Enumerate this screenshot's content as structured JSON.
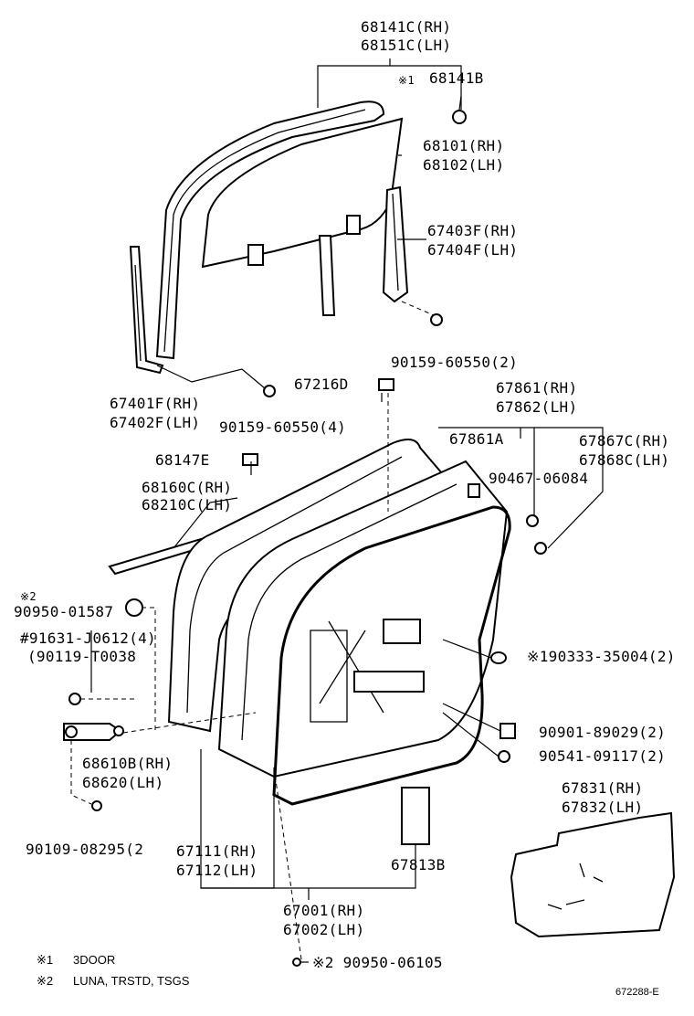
{
  "labels": {
    "glass_run": [
      "68141C(RH)",
      "68151C(LH)"
    ],
    "run_3door_mark": "※1",
    "run_3door_part": "68141B",
    "glass": [
      "68101(RH)",
      "68102(LH)"
    ],
    "rear_channel": [
      "67403F(RH)",
      "67404F(LH)"
    ],
    "bolt_rear": "90159-60550(2)",
    "front_channel": [
      "67401F(RH)",
      "67402F(LH)"
    ],
    "bolt_front": "90159-60550(4)",
    "clip_top": "67216D",
    "seal_set": [
      "67861(RH)",
      "67862(LH)"
    ],
    "seal_a": "67861A",
    "seal_clip": [
      "67867C(RH)",
      "67868C(LH)"
    ],
    "clip_6084": "90467-06084",
    "clip_e": "68147E",
    "belt_molding": [
      "68160C(RH)",
      "68210C(LH)"
    ],
    "plug_mark": "※2",
    "plug": "90950-01587",
    "bolt_hash": "#91631-J0612(4)",
    "bolt_alt": "(90119-T0038",
    "hole_plug": "※190333-35004(2)",
    "check": [
      "68610B(RH)",
      "68620(LH)"
    ],
    "clip_89029": "90901-89029(2)",
    "nut_09117": "90541-09117(2)",
    "trim": [
      "67831(RH)",
      "67832(LH)"
    ],
    "bolt_08295": "90109-08295(2",
    "panel": [
      "67111(RH)",
      "67112(LH)"
    ],
    "cover": "67813B",
    "door_assy": [
      "67001(RH)",
      "67002(LH)"
    ],
    "plug_bottom": "※2 90950-06105"
  },
  "notes": [
    {
      "mark": "※1",
      "text": "3DOOR"
    },
    {
      "mark": "※2",
      "text": "LUNA, TRSTD, TSGS"
    }
  ],
  "figure_id": "672288-E"
}
